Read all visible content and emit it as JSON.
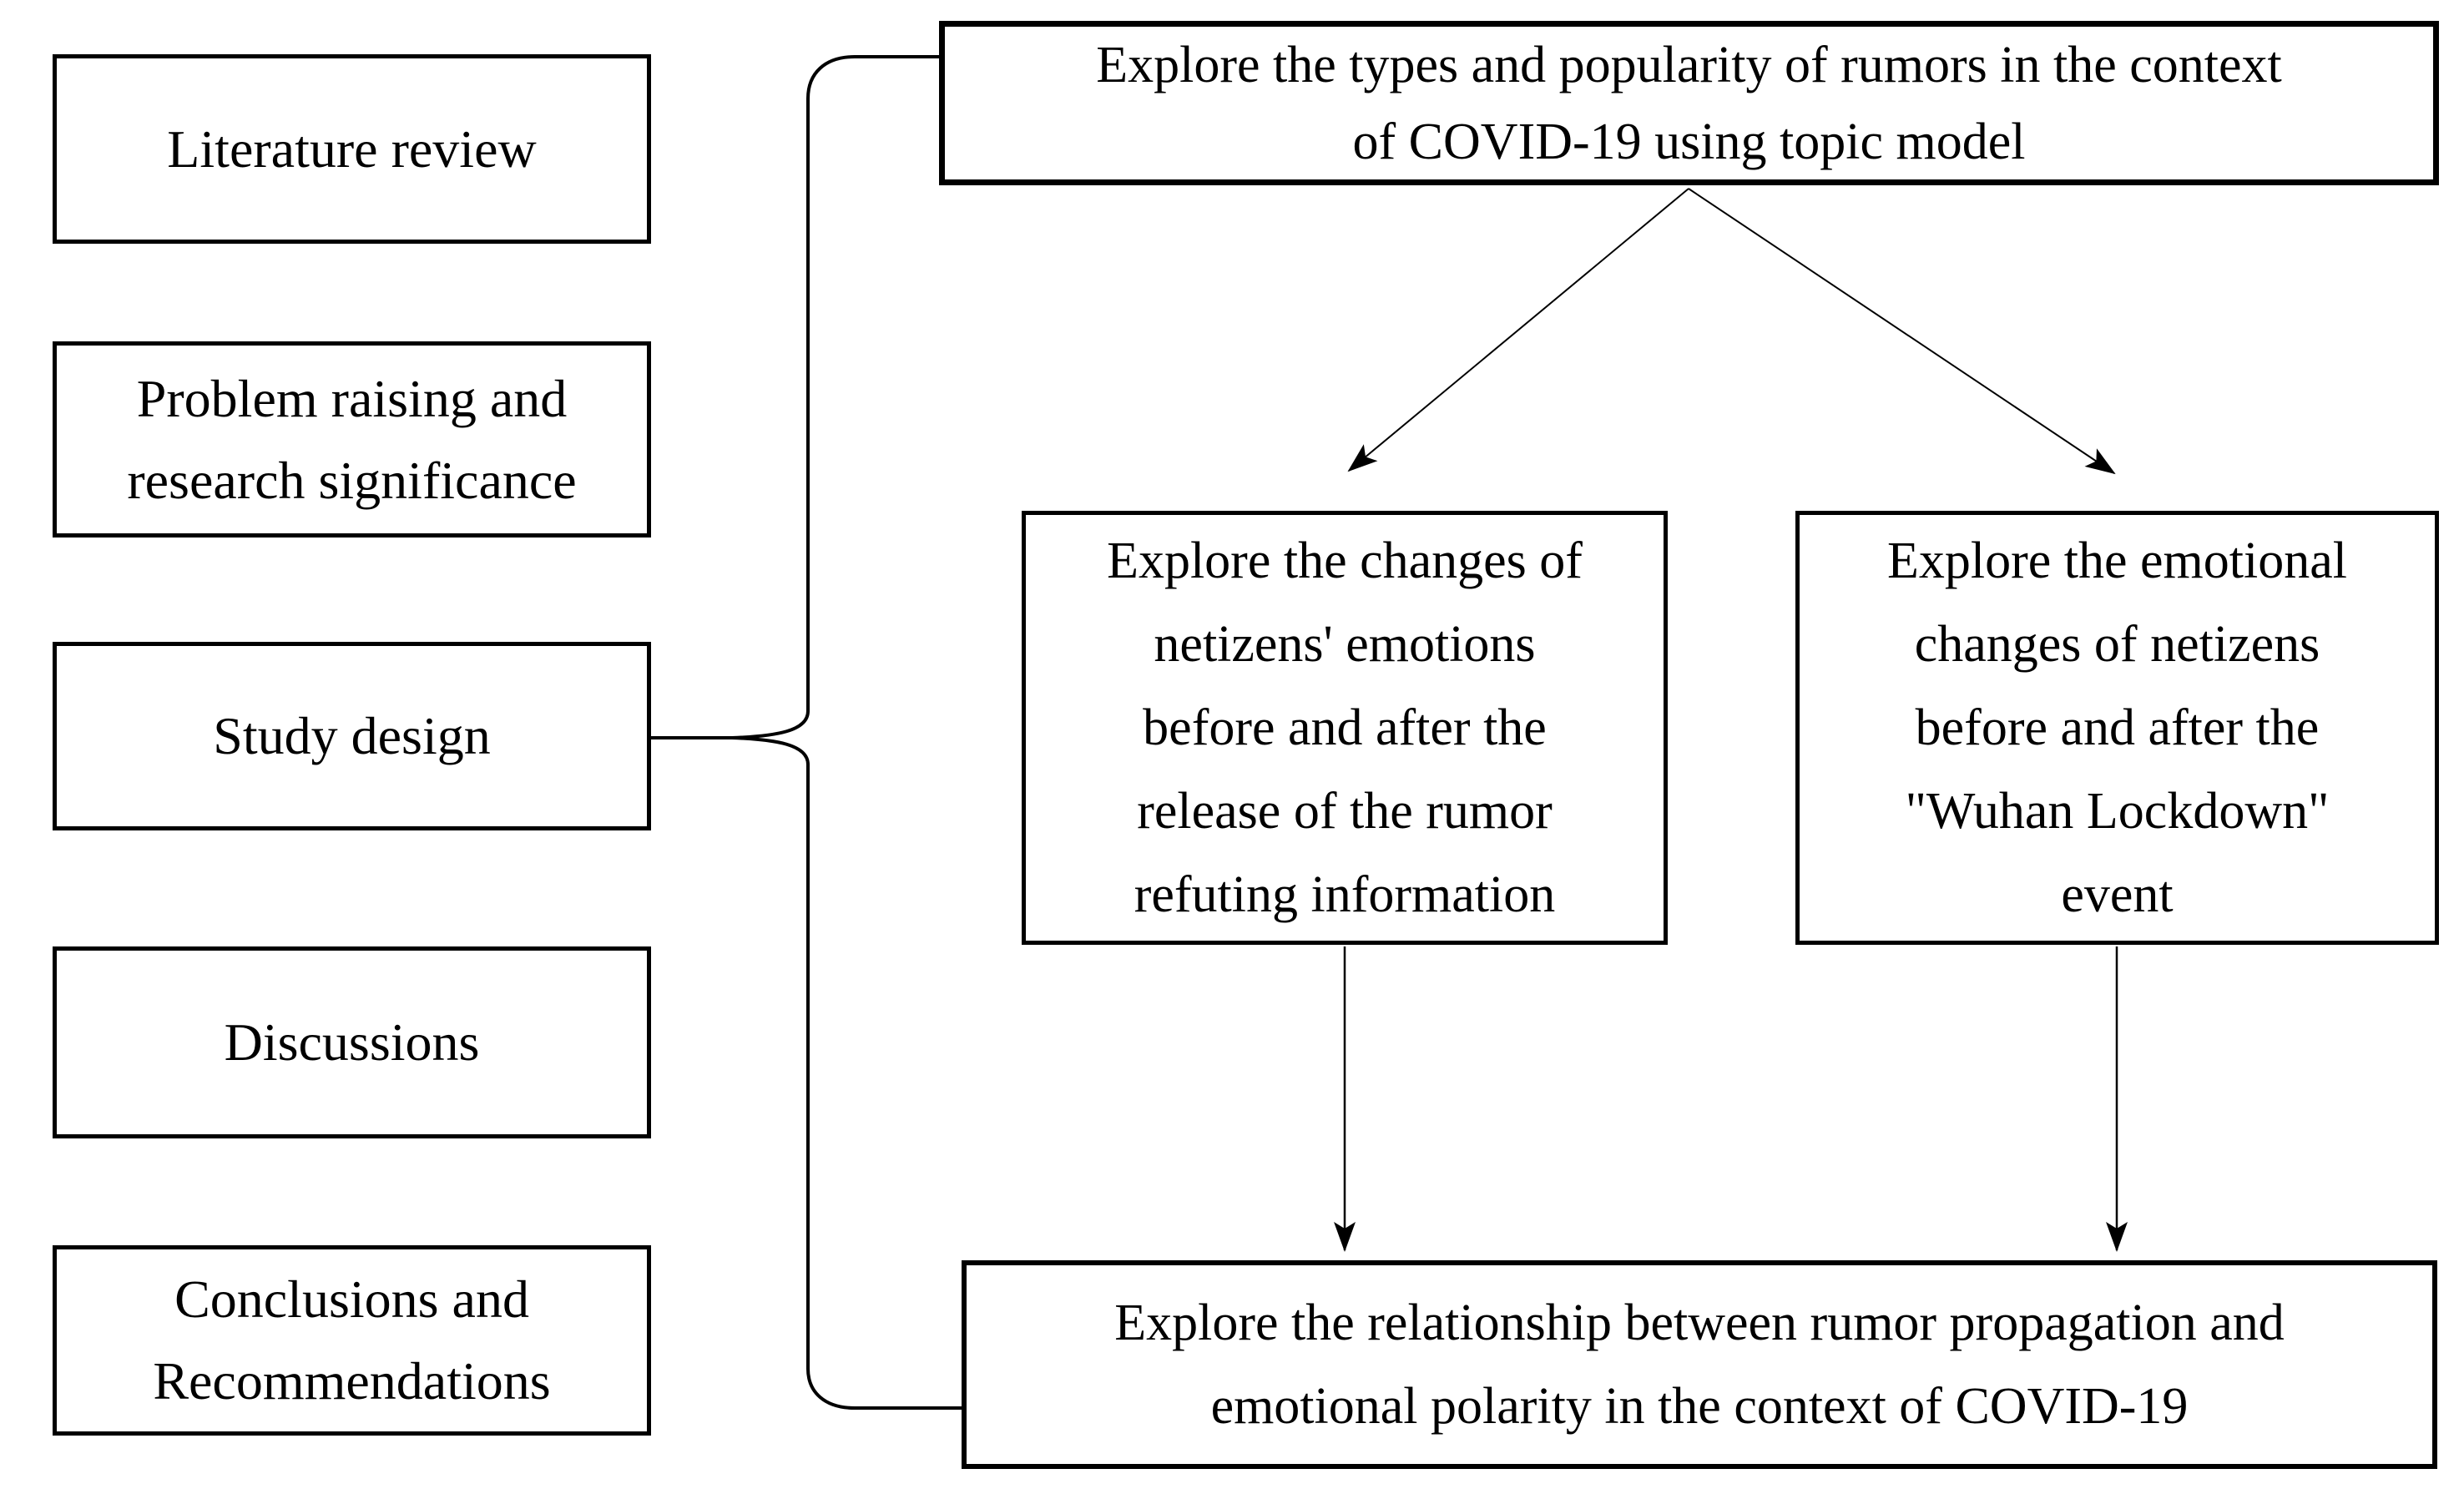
{
  "diagram": {
    "colors": {
      "background": "#ffffff",
      "line": "#000000",
      "text": "#000000"
    },
    "left_column": {
      "items": [
        {
          "label": "Literature review"
        },
        {
          "label": "Problem raising and\nresearch significance"
        },
        {
          "label": "Study design"
        },
        {
          "label": "Discussions"
        },
        {
          "label": "Conclusions and\nRecommendations"
        }
      ]
    },
    "flow": {
      "top_box": {
        "label": "Explore the types and popularity of rumors in the context\nof COVID-19 using topic model"
      },
      "mid_left_box": {
        "label": "Explore the changes of\nnetizens' emotions\nbefore and after the\nrelease of the rumor\nrefuting information"
      },
      "mid_right_box": {
        "label": "Explore the emotional\nchanges of netizens\nbefore and after the\n\"Wuhan Lockdown\"\nevent"
      },
      "bottom_box": {
        "label": "Explore the relationship between rumor propagation and\nemotional polarity in the context of COVID-19"
      }
    },
    "connectors": [
      {
        "name": "brace-study-design-to-flow",
        "type": "brace"
      },
      {
        "name": "top-to-mid-left",
        "type": "arrow"
      },
      {
        "name": "top-to-mid-right",
        "type": "arrow"
      },
      {
        "name": "mid-left-to-bottom",
        "type": "arrow"
      },
      {
        "name": "mid-right-to-bottom",
        "type": "arrow"
      }
    ]
  }
}
